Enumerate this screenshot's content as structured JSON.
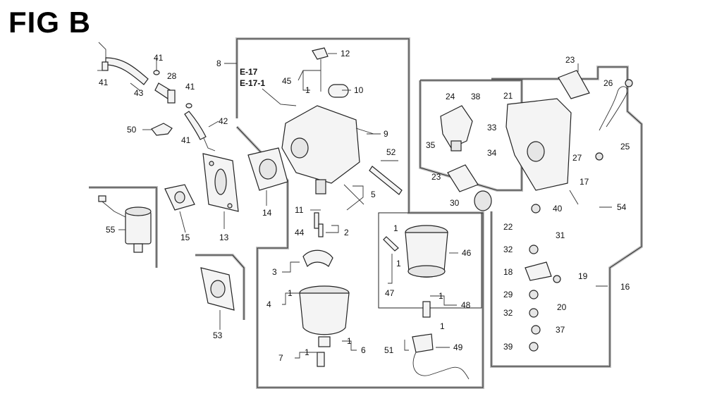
{
  "figure": {
    "title": "FIG B",
    "references": [
      "E-17",
      "E-17-1"
    ]
  },
  "callouts": [
    {
      "id": "c12",
      "text": "12"
    },
    {
      "id": "c8",
      "text": "8"
    },
    {
      "id": "c45",
      "text": "45"
    },
    {
      "id": "c1a",
      "text": "1"
    },
    {
      "id": "c10",
      "text": "10"
    },
    {
      "id": "c9",
      "text": "9"
    },
    {
      "id": "c52",
      "text": "52"
    },
    {
      "id": "c5",
      "text": "5"
    },
    {
      "id": "c41a",
      "text": "41"
    },
    {
      "id": "c41b",
      "text": "41"
    },
    {
      "id": "c41c",
      "text": "41"
    },
    {
      "id": "c41d",
      "text": "41"
    },
    {
      "id": "c28",
      "text": "28"
    },
    {
      "id": "c43",
      "text": "43"
    },
    {
      "id": "c42",
      "text": "42"
    },
    {
      "id": "c50",
      "text": "50"
    },
    {
      "id": "c14",
      "text": "14"
    },
    {
      "id": "c15",
      "text": "15"
    },
    {
      "id": "c13",
      "text": "13"
    },
    {
      "id": "c55",
      "text": "55"
    },
    {
      "id": "c11",
      "text": "11"
    },
    {
      "id": "c44",
      "text": "44"
    },
    {
      "id": "c2",
      "text": "2"
    },
    {
      "id": "c3",
      "text": "3"
    },
    {
      "id": "c4",
      "text": "4"
    },
    {
      "id": "c1b",
      "text": "1"
    },
    {
      "id": "c7",
      "text": "7"
    },
    {
      "id": "c1c",
      "text": "1"
    },
    {
      "id": "c1d",
      "text": "1"
    },
    {
      "id": "c6",
      "text": "6"
    },
    {
      "id": "c53",
      "text": "53"
    },
    {
      "id": "c1e",
      "text": "1"
    },
    {
      "id": "c1f",
      "text": "1"
    },
    {
      "id": "c46",
      "text": "46"
    },
    {
      "id": "c47",
      "text": "47"
    },
    {
      "id": "c1g",
      "text": "1"
    },
    {
      "id": "c48",
      "text": "48"
    },
    {
      "id": "c1h",
      "text": "1"
    },
    {
      "id": "c51",
      "text": "51"
    },
    {
      "id": "c49",
      "text": "49"
    },
    {
      "id": "c24",
      "text": "24"
    },
    {
      "id": "c38",
      "text": "38"
    },
    {
      "id": "c33",
      "text": "33"
    },
    {
      "id": "c35",
      "text": "35"
    },
    {
      "id": "c34",
      "text": "34"
    },
    {
      "id": "c23a",
      "text": "23"
    },
    {
      "id": "c30",
      "text": "30"
    },
    {
      "id": "c21",
      "text": "21"
    },
    {
      "id": "c23b",
      "text": "23"
    },
    {
      "id": "c26",
      "text": "26"
    },
    {
      "id": "c25",
      "text": "25"
    },
    {
      "id": "c27",
      "text": "27"
    },
    {
      "id": "c17",
      "text": "17"
    },
    {
      "id": "c54",
      "text": "54"
    },
    {
      "id": "c40",
      "text": "40"
    },
    {
      "id": "c22",
      "text": "22"
    },
    {
      "id": "c31",
      "text": "31"
    },
    {
      "id": "c32a",
      "text": "32"
    },
    {
      "id": "c18",
      "text": "18"
    },
    {
      "id": "c19",
      "text": "19"
    },
    {
      "id": "c29",
      "text": "29"
    },
    {
      "id": "c20",
      "text": "20"
    },
    {
      "id": "c16",
      "text": "16"
    },
    {
      "id": "c32b",
      "text": "32"
    },
    {
      "id": "c37",
      "text": "37"
    },
    {
      "id": "c39",
      "text": "39"
    }
  ]
}
